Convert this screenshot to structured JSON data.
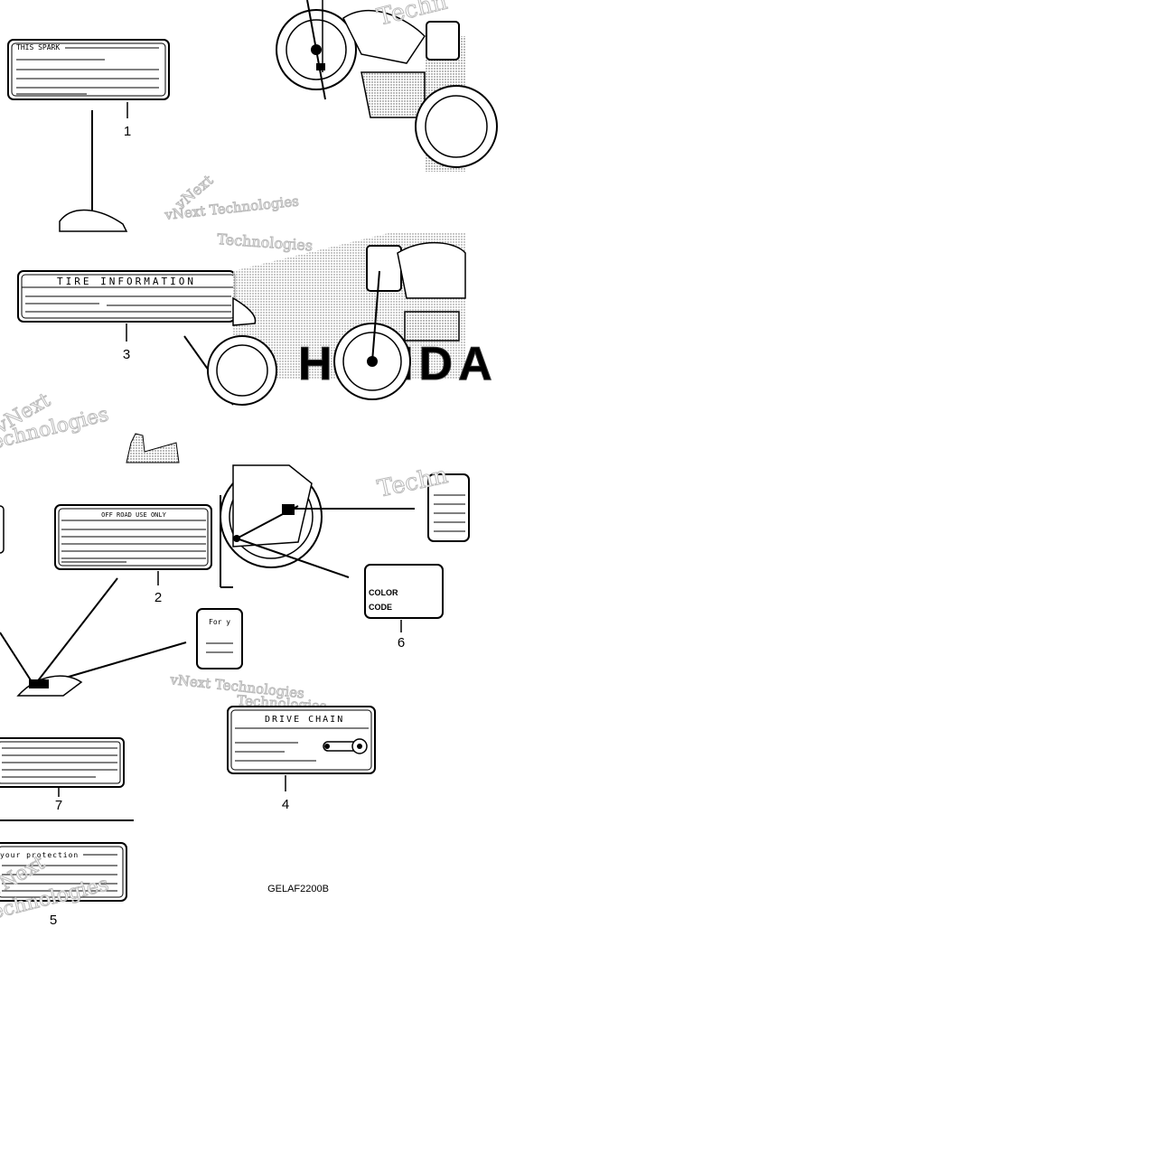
{
  "diagram": {
    "code": "GELAF2200B",
    "labels": {
      "spark": {
        "callout": "1",
        "text": "THIS SPARK"
      },
      "tire": {
        "callout": "3",
        "text": "TIRE INFORMATION"
      },
      "offroad": {
        "callout": "2",
        "text": "OFF ROAD USE ONLY"
      },
      "protection_top": {
        "text": "For y"
      },
      "color": {
        "callout": "6",
        "line1": "COLOR",
        "line2": "CODE"
      },
      "chain": {
        "callout": "4",
        "text": "DRIVE CHAIN"
      },
      "plain": {
        "callout": "7"
      },
      "protection": {
        "callout": "5",
        "text": "your protection"
      }
    },
    "brand": "HONDA",
    "watermarks": [
      "vNext",
      "Technologies",
      "vNext Technologies",
      "Techn"
    ]
  }
}
